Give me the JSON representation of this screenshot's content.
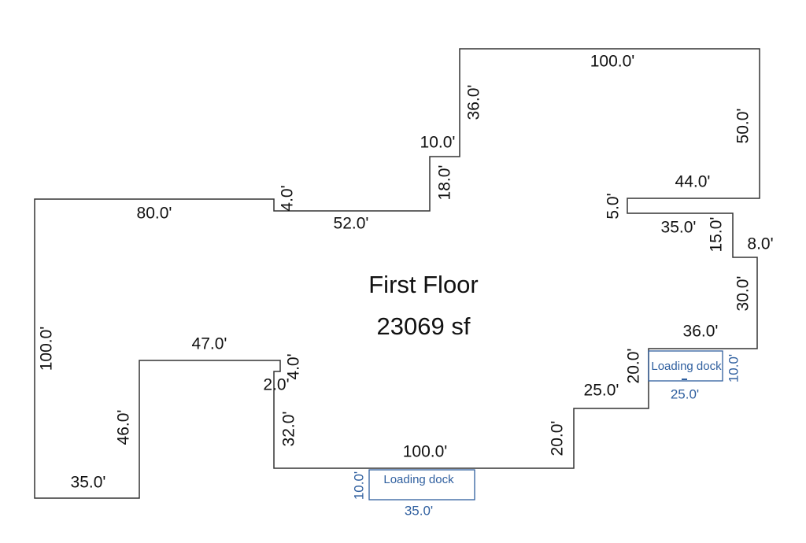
{
  "floor": {
    "name": "First Floor",
    "area": "23069 sf"
  },
  "colors": {
    "outline": "#333333",
    "dock": "#2f5f9f"
  },
  "dimensions": {
    "top": "100.0'",
    "right_top": "50.0'",
    "upper_left_step": "36.0'",
    "step_10": "10.0'",
    "step_18": "18.0'",
    "notch_4_top": "4.0'",
    "top_left": "80.0'",
    "mid_top": "52.0'",
    "ledge_44": "44.0'",
    "notch_5": "5.0'",
    "ledge_35": "35.0'",
    "right_15": "15.0'",
    "right_8": "8.0'",
    "right_30": "30.0'",
    "right_36": "36.0'",
    "step_20a": "20.0'",
    "step_25": "25.0'",
    "step_20b": "20.0'",
    "bottom": "100.0'",
    "left_32": "32.0'",
    "notch_2": "2.0'",
    "notch_4_bottom": "4.0'",
    "wing_47": "47.0'",
    "wing_46": "46.0'",
    "wing_35": "35.0'",
    "left": "100.0'"
  },
  "docks": [
    {
      "label": "Loading dock",
      "depth": "10.0'",
      "width": "35.0'"
    },
    {
      "label": "Loading dock",
      "depth": "10.0'",
      "width": "25.0'"
    }
  ]
}
